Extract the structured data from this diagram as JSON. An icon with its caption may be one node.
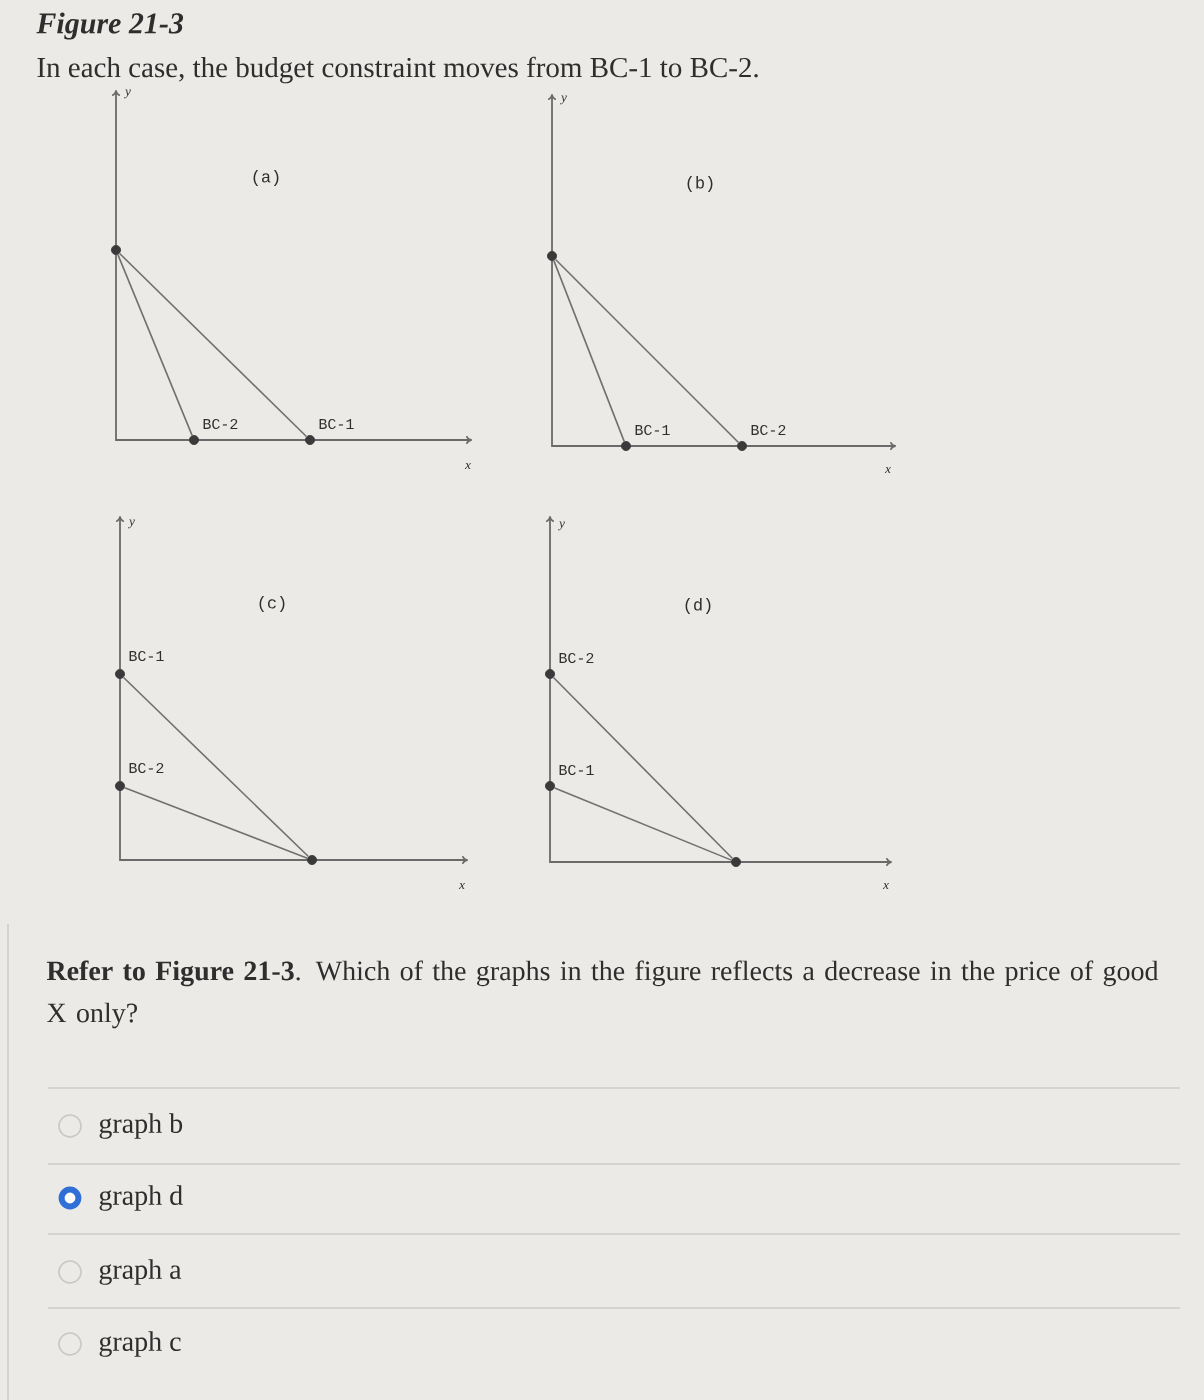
{
  "diagram": {
    "title": "Figure 21-3",
    "caption": "In each case, the budget constraint moves from BC-1 to BC-2.",
    "nodes": [
      {
        "text": [],
        "shape": "circle"
      },
      {
        "text": [],
        "shape": "circle",
        "beside": [
          "BC-2"
        ]
      },
      {
        "text": [],
        "shape": "circle",
        "beside": [
          "BC-1"
        ]
      },
      {
        "text": [],
        "shape": "circle"
      },
      {
        "text": [],
        "shape": "circle",
        "beside": [
          "BC-1"
        ]
      },
      {
        "text": [],
        "shape": "circle",
        "beside": [
          "BC-2"
        ]
      },
      {
        "text": [],
        "shape": "circle",
        "beside": [
          "BC-1"
        ]
      },
      {
        "text": [],
        "shape": "circle",
        "beside": [
          "BC-2"
        ]
      },
      {
        "text": [],
        "shape": "circle"
      },
      {
        "text": [],
        "shape": "circle",
        "beside": [
          "BC-2"
        ]
      },
      {
        "text": [],
        "shape": "circle",
        "beside": [
          "BC-1"
        ]
      },
      {
        "text": [],
        "shape": "circle"
      }
    ],
    "edges": [
      {
        "from": 0,
        "to": 1,
        "arrow": "none"
      },
      {
        "from": 0,
        "to": 2,
        "arrow": "none"
      },
      {
        "from": 3,
        "to": 4,
        "arrow": "none"
      },
      {
        "from": 3,
        "to": 5,
        "arrow": "none"
      },
      {
        "from": 6,
        "to": 8,
        "arrow": "none"
      },
      {
        "from": 7,
        "to": 8,
        "arrow": "none"
      },
      {
        "from": 9,
        "to": 11,
        "arrow": "none"
      },
      {
        "from": 10,
        "to": 11,
        "arrow": "none"
      }
    ],
    "labels": [
      "y",
      "(a)",
      "x",
      "y",
      "(b)",
      "x",
      "y",
      "(c)",
      "x",
      "y",
      "(d)",
      "x",
      "**Refer to Figure 21-3**. Which of the graphs in the figure reflects a decrease in the price of good X only?",
      "graph b",
      "graph d",
      "graph a",
      "graph c"
    ]
  }
}
